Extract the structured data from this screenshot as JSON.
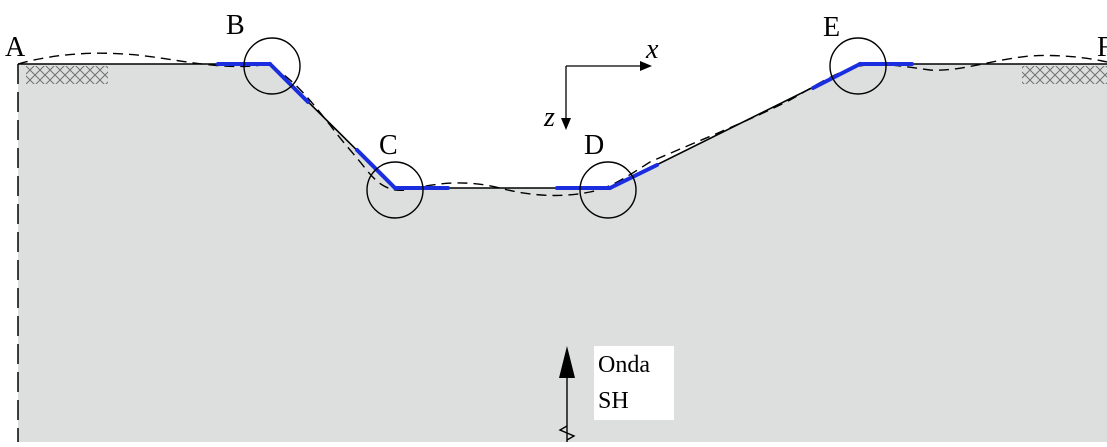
{
  "diagram": {
    "points": {
      "A": "A",
      "B": "B",
      "C": "C",
      "D": "D",
      "E": "E",
      "F": "F"
    },
    "axes": {
      "x": "x",
      "z": "z"
    },
    "wave_label": {
      "line1": "Onda",
      "line2": "SH"
    },
    "colors": {
      "ground": "#dcdfde",
      "boundary_elements": "#1a2ee0",
      "outline": "#000000"
    }
  }
}
